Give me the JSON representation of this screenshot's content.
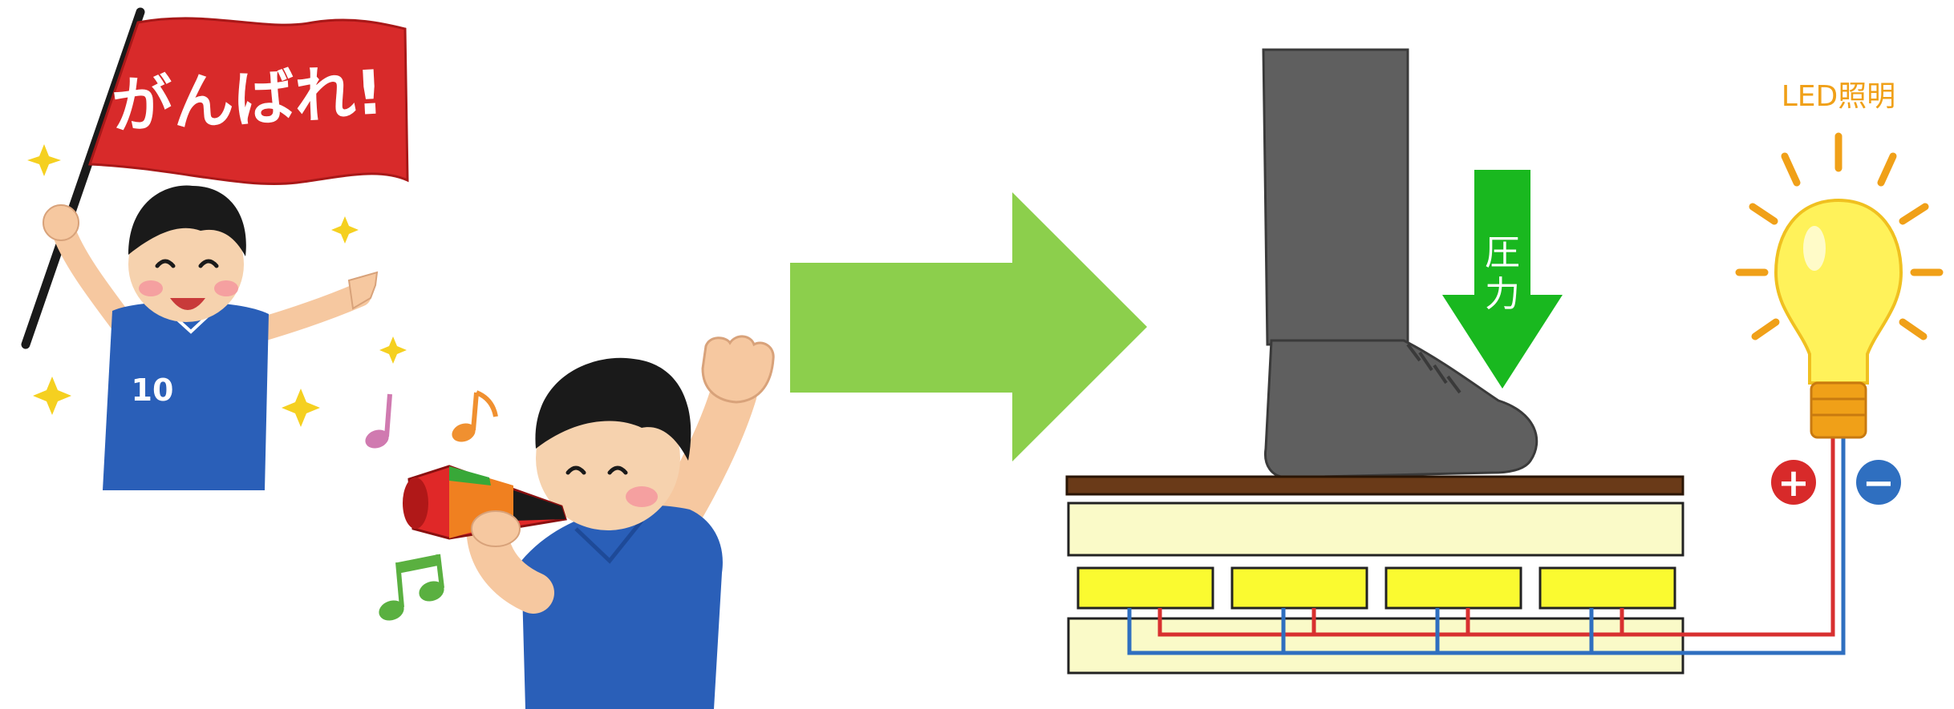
{
  "flag": {
    "text": "がんばれ!"
  },
  "jersey": {
    "number": "10"
  },
  "pressure": {
    "label_line1": "圧",
    "label_line2": "力"
  },
  "led": {
    "label": "LED照明"
  },
  "polarity": {
    "plus": "+",
    "minus": "−"
  },
  "icons": [
    "cheering-boy-with-flag",
    "boy-with-vuvuzela",
    "music-note-icon",
    "right-arrow-icon",
    "shoe-icon",
    "down-arrow-icon",
    "light-bulb-icon",
    "plus-terminal-icon",
    "minus-terminal-icon"
  ],
  "colors": {
    "flag_red": "#d82a2a",
    "shirt_blue": "#2a5fb8",
    "arrow_green": "#8ccf4c",
    "pressure_green": "#19b81f",
    "wire_red": "#d83030",
    "wire_blue": "#2f6fc0",
    "led_label_orange": "#f0a018",
    "panel_yellow": "#fafa30",
    "layer_cream": "#fafac8",
    "board_brown": "#6a3a18",
    "shoe_gray": "#5f5f5f"
  }
}
